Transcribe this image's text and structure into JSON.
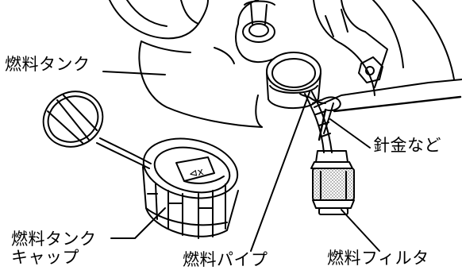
{
  "labels": {
    "fuel_tank": "燃料タンク",
    "wire": "針金など",
    "fuel_tank_cap_line1": "燃料タンク",
    "fuel_tank_cap_line2": "キャップ",
    "fuel_pipe": "燃料パイプ",
    "fuel_filter": "燃料フィルタ"
  },
  "cap_marking": "⊲x",
  "colors": {
    "line": "#000000",
    "background": "#ffffff",
    "mesh": "#8a8a8a"
  }
}
